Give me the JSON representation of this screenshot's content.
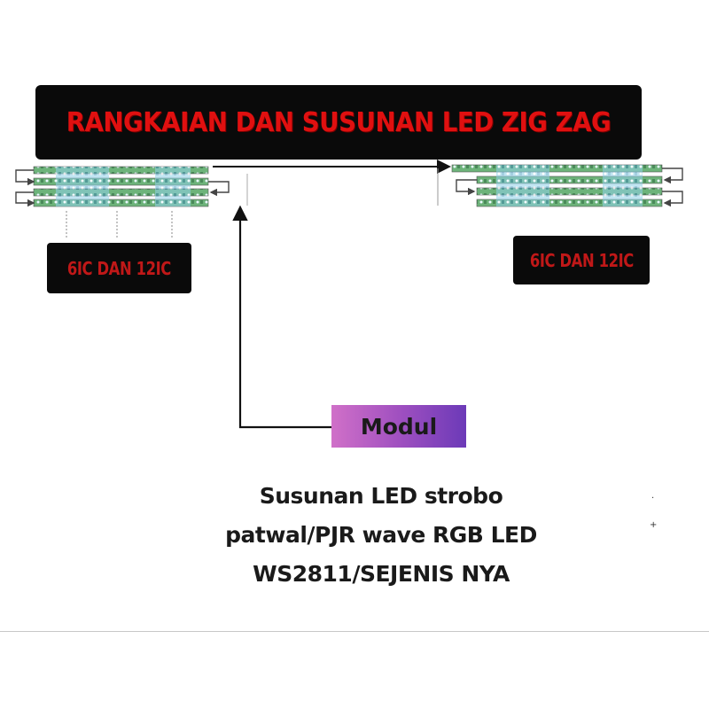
{
  "title": "RANGKAIAN DAN SUSUNAN LED ZIG ZAG",
  "ic_label_left": "6IC DAN 12IC",
  "ic_label_right": "6IC DAN 12IC",
  "module_label": "Modul",
  "caption": {
    "line1": "Susunan LED strobo",
    "line2": "patwal/PJR wave RGB LED",
    "line3": "WS2811/SEJENIS NYA"
  },
  "colors": {
    "title_bg": "#0a0a0a",
    "title_text": "#e01010",
    "ic_text": "#c01818",
    "module_gradient_start": "#d070c8",
    "module_gradient_end": "#6c3ab8",
    "strip_green": "#5fa86a",
    "strip_blue": "#7ec8e8"
  },
  "icons": {
    "arrow": "arrow-icon",
    "led_strip": "led-strip-icon"
  }
}
